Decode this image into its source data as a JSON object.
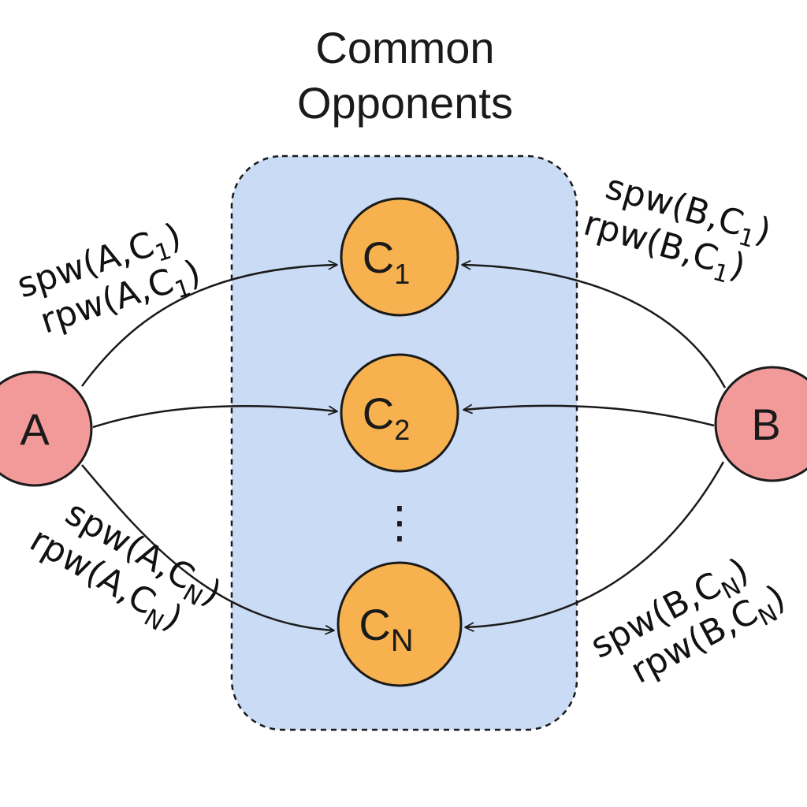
{
  "title_lines": [
    "Common",
    "Opponents"
  ],
  "players": [
    {
      "id": "A",
      "label": "A"
    },
    {
      "id": "B",
      "label": "B"
    }
  ],
  "opponents": [
    {
      "base": "C",
      "sub": "1"
    },
    {
      "base": "C",
      "sub": "2"
    },
    {
      "base": "C",
      "sub": "N"
    }
  ],
  "ellipsis": "⋮",
  "edge_labels": {
    "a_c1": [
      "spw(A,C",
      "1",
      ")",
      "rpw(A,C",
      "1",
      ")"
    ],
    "b_c1": [
      "spw(B,C",
      "1",
      ")",
      "rpw(B,C",
      "1",
      ")"
    ],
    "a_cn": [
      "spw(A,C",
      "N",
      ")",
      "rpw(A,C",
      "N",
      ")"
    ],
    "b_cn": [
      "spw(B,C",
      "N",
      ")",
      "rpw(B,C",
      "N",
      ")"
    ]
  },
  "colors": {
    "group_fill": "#c9dbf5",
    "player_fill": "#f29a9a",
    "opponent_fill": "#f7b24f",
    "stroke": "#1a1a1a"
  }
}
